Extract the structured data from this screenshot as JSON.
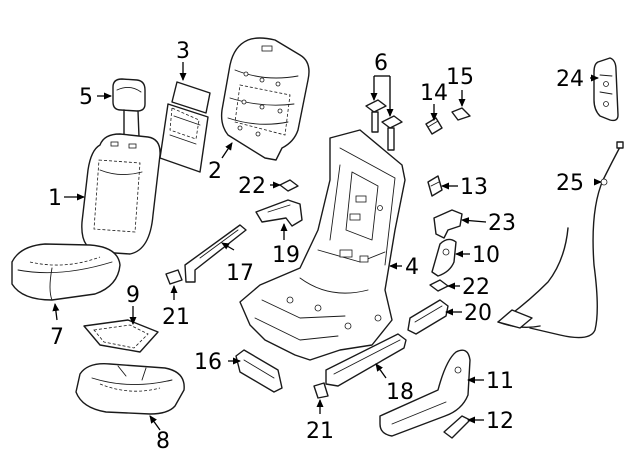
{
  "colors": {
    "line": "#1a1a1a",
    "background": "#ffffff",
    "label": "#000000"
  },
  "callouts": {
    "c1": "1",
    "c2": "2",
    "c3": "3",
    "c4": "4",
    "c5": "5",
    "c6": "6",
    "c7": "7",
    "c8": "8",
    "c9": "9",
    "c10": "10",
    "c11": "11",
    "c12": "12",
    "c13": "13",
    "c14": "14",
    "c15": "15",
    "c16": "16",
    "c17": "17",
    "c18": "18",
    "c19": "19",
    "c20": "20",
    "c21a": "21",
    "c21b": "21",
    "c22a": "22",
    "c22b": "22",
    "c23": "23",
    "c24": "24",
    "c25": "25"
  }
}
